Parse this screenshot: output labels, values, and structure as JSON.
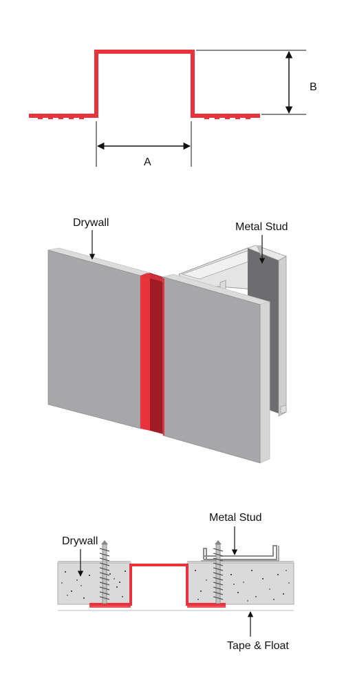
{
  "profile": {
    "dim_a_label": "A",
    "dim_b_label": "B"
  },
  "assembly": {
    "drywall_label": "Drywall",
    "stud_label": "Metal Stud"
  },
  "section": {
    "drywall_label": "Drywall",
    "stud_label": "Metal Stud",
    "tape_label": "Tape & Float"
  },
  "colors": {
    "reveal_red": "#e8323c",
    "reveal_dark": "#a01c24",
    "drywall_face": "#a7a7a9",
    "drywall_edge": "#d6d6d6",
    "stud_dark": "#6d6d6f",
    "stud_light": "#e4e4e4",
    "concrete": "#dadada"
  }
}
